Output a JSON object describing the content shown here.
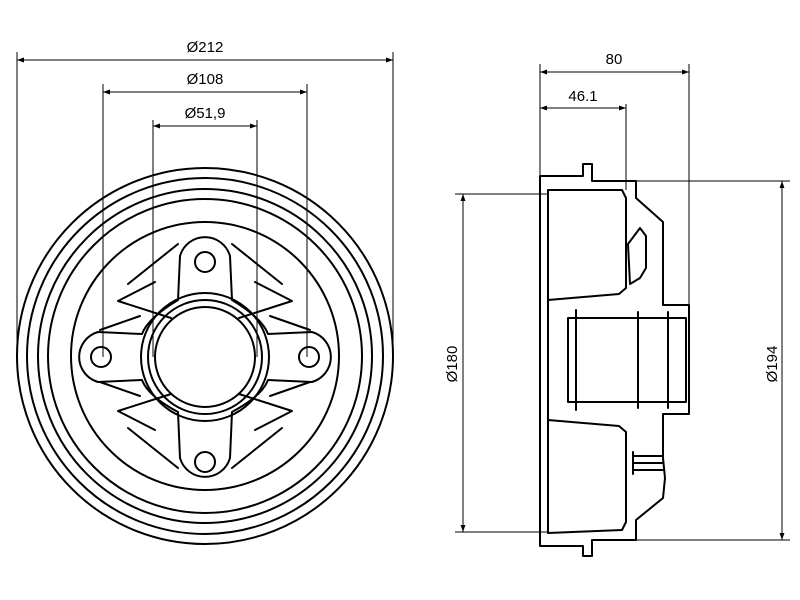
{
  "drawing": {
    "front_view": {
      "outer_diameter_label": "Ø212",
      "bolt_circle_label": "Ø108",
      "center_bore_label": "Ø51,9",
      "bolt_holes": 4
    },
    "side_view": {
      "overall_width_label": "80",
      "offset_label": "46.1",
      "inner_diameter_label": "Ø180",
      "outer_diameter_label": "Ø194"
    },
    "line_color": "#000000",
    "background": "#ffffff"
  }
}
